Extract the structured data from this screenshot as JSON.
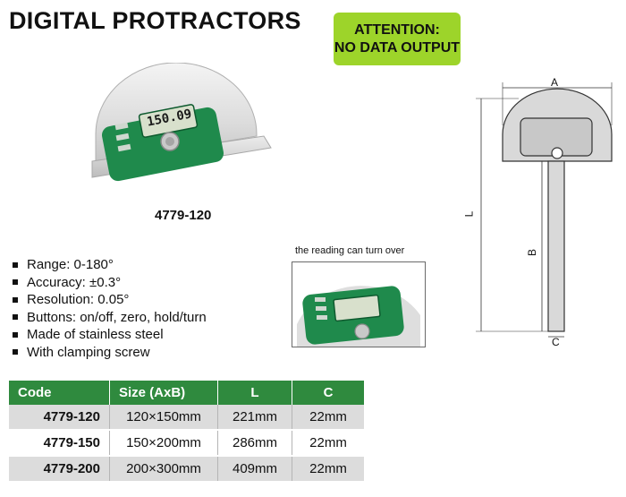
{
  "title": "DIGITAL PROTRACTORS",
  "attention": {
    "line1": "ATTENTION:",
    "line2": "NO DATA OUTPUT"
  },
  "main_display": {
    "reading": "150.09",
    "model": "4779-120"
  },
  "features": [
    "Range: 0-180°",
    "Accuracy: ±0.3°",
    "Resolution: 0.05°",
    "Buttons: on/off, zero, hold/turn",
    "Made of stainless steel",
    "With clamping screw"
  ],
  "turn_caption": "the reading can turn over",
  "drawing_labels": {
    "a": "A",
    "l": "L",
    "b": "B",
    "c": "C"
  },
  "table": {
    "headers": [
      "Code",
      "Size (AxB)",
      "L",
      "C"
    ],
    "rows": [
      [
        "4779-120",
        "120×150mm",
        "221mm",
        "22mm"
      ],
      [
        "4779-150",
        "150×200mm",
        "286mm",
        "22mm"
      ],
      [
        "4779-200",
        "200×300mm",
        "409mm",
        "22mm"
      ]
    ]
  },
  "colors": {
    "brand_green": "#2f8a3e",
    "attention_green": "#9dd42a",
    "device_green": "#1f8a4c"
  }
}
